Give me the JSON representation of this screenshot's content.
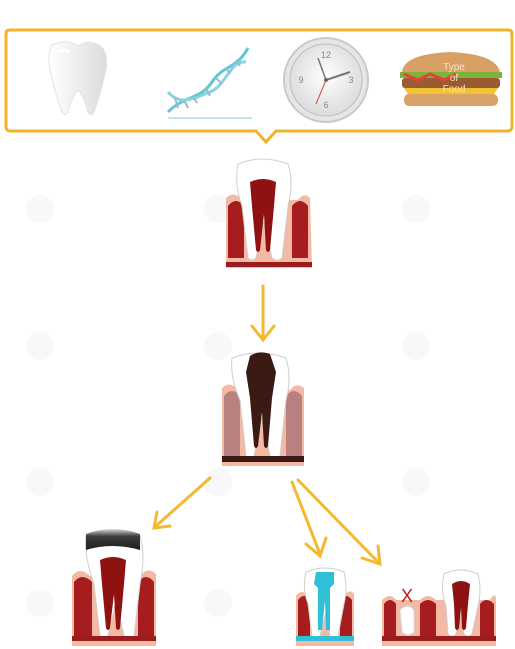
{
  "factors": [
    {
      "name": "tooth-icon"
    },
    {
      "name": "dna-icon"
    },
    {
      "name": "clock-icon",
      "clock_numbers": [
        "12",
        "3",
        "6",
        "9"
      ]
    },
    {
      "name": "burger-icon",
      "label_lines": [
        "Type",
        "of",
        "Food"
      ]
    }
  ],
  "colors": {
    "frame": "#f0b429",
    "arrow": "#f5b82e",
    "gum": "#f4b9a4",
    "bone_line": "#9b1c1c",
    "pulp": "#8e1212",
    "decay": "#3a1a12",
    "filling": "#2ec0d6",
    "crown": "#3c3c3c",
    "extraction_mark": "#c0151b"
  },
  "stages": [
    {
      "name": "healthy-tooth"
    },
    {
      "name": "decayed-tooth"
    },
    {
      "name": "crowned-tooth"
    },
    {
      "name": "root-canal-tooth"
    },
    {
      "name": "extracted-tooth"
    }
  ],
  "extraction_mark": "X"
}
